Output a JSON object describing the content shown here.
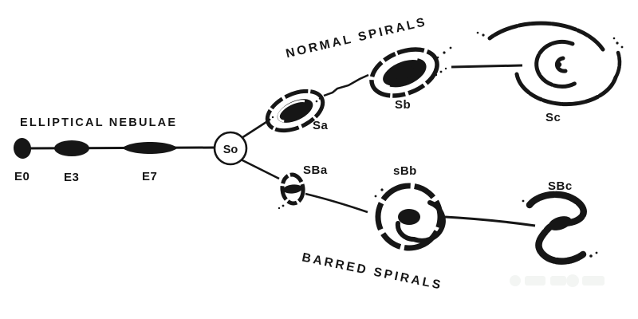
{
  "diagram": {
    "background": "#ffffff",
    "ink_color": "#161616",
    "titles": {
      "elliptical": "ELLIPTICAL NEBULAE",
      "normal_spirals": "NORMAL SPIRALS",
      "barred_spirals": "BARRED SPIRALS"
    },
    "nodes": {
      "e0": "E0",
      "e3": "E3",
      "e7": "E7",
      "s0": "So",
      "sa": "Sa",
      "sb": "Sb",
      "sc": "Sc",
      "sba": "SBa",
      "sbb": "sBb",
      "sbc": "SBc"
    }
  }
}
